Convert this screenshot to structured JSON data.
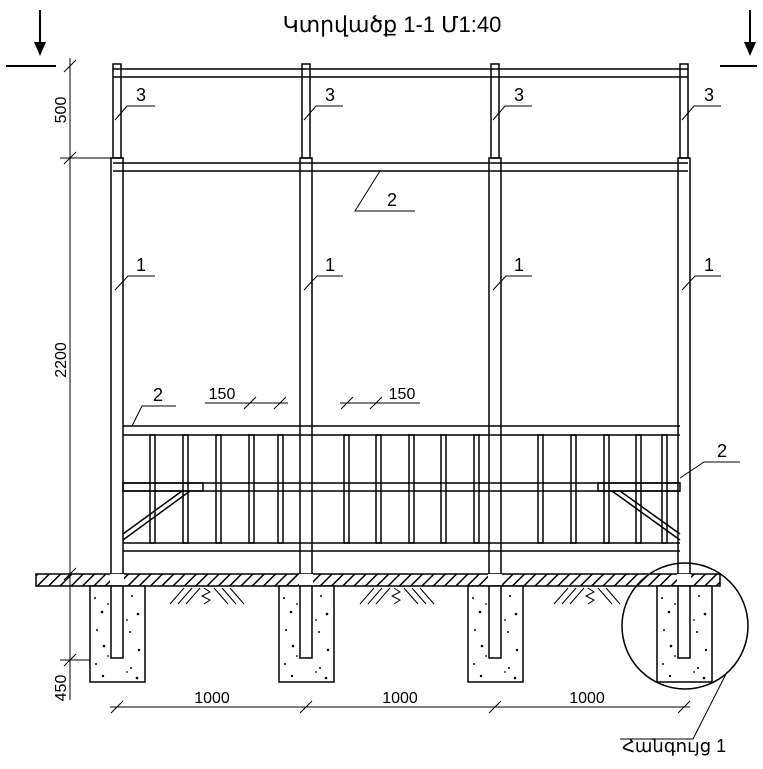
{
  "title": "Կտրվածք 1-1 Մ1:40",
  "dimensions": {
    "vertical": [
      "500",
      "2200",
      "450"
    ],
    "horizontal": [
      "1000",
      "1000",
      "1000"
    ],
    "spacing_left": "150",
    "spacing_right": "150"
  },
  "callouts": {
    "post_extension": "3",
    "post": "1",
    "rail_upper": "2",
    "rail_lower_left": "2",
    "rail_lower_right": "2"
  },
  "detail_label": "Հանգույց 1",
  "colors": {
    "line": "#000000",
    "background": "#ffffff"
  }
}
